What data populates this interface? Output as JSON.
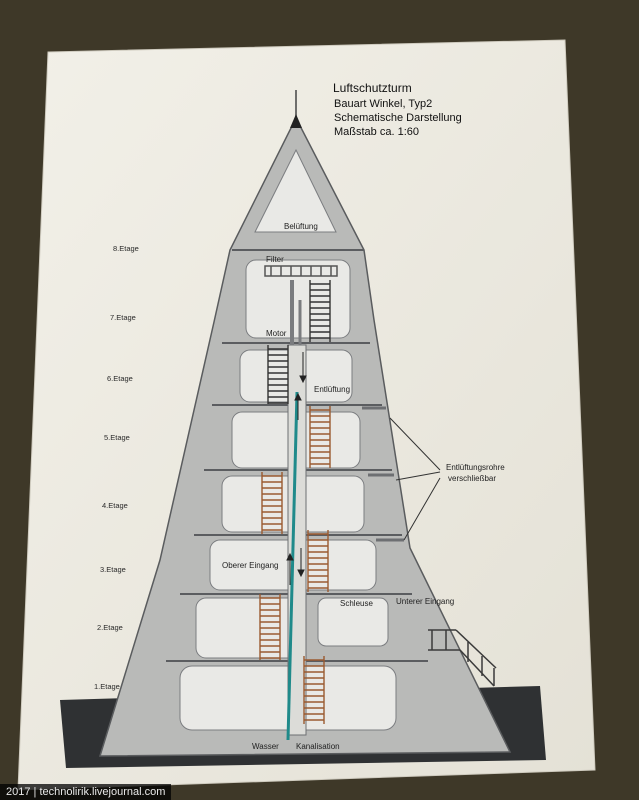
{
  "diagram": {
    "title": "Luftschutzturm",
    "subtitle_lines": [
      "Bauart Winkel, Typ2",
      "Schematische Darstellung",
      "Maßstab ca. 1:60"
    ],
    "labels": {
      "belueftung": "Belüftung",
      "filter": "Filter",
      "motor": "Motor",
      "entlueftung": "Entlüftung",
      "entlueftungsrohre_line1": "Entlüftungsrohre",
      "entlueftungsrohre_line2": "verschließbar",
      "oberer_eingang": "Oberer Eingang",
      "schleuse": "Schleuse",
      "unterer_eingang": "Unterer Eingang",
      "wasser": "Wasser",
      "kanalisation": "Kanalisation"
    },
    "floors": [
      "8.Etage",
      "7.Etage",
      "6.Etage",
      "5.Etage",
      "4.Etage",
      "3.Etage",
      "2.Etage",
      "1.Etage"
    ]
  },
  "watermark": "2017  |  technolirik.livejournal.com"
}
